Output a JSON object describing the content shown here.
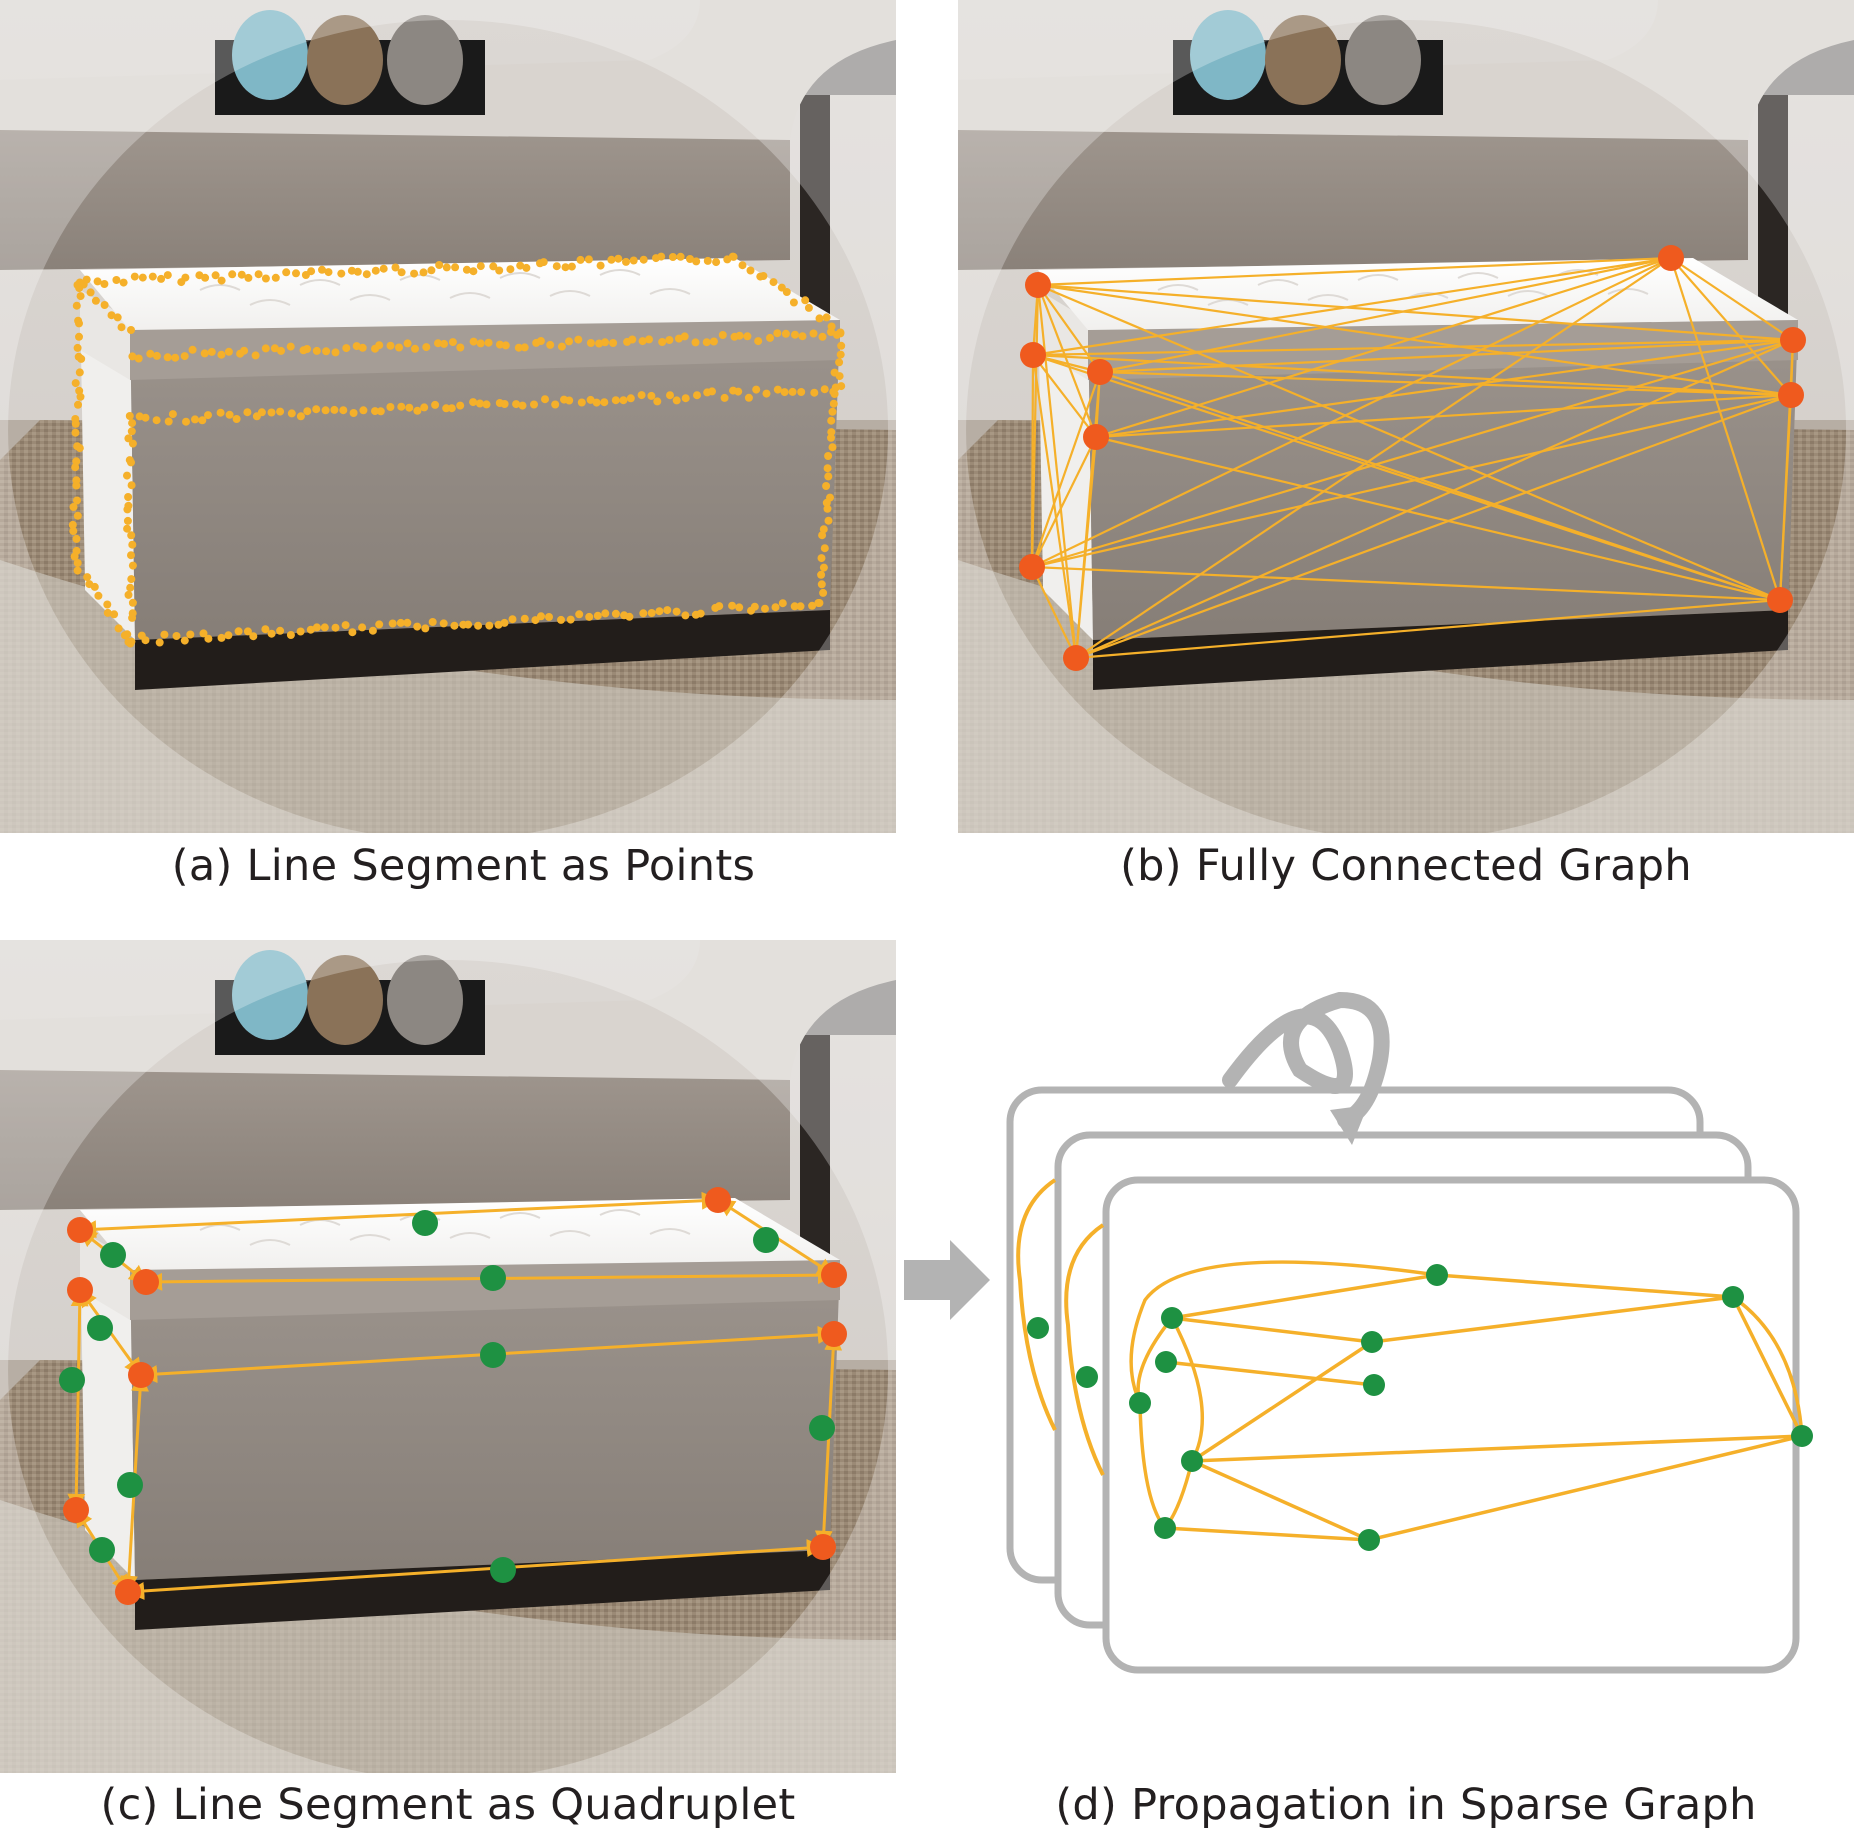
{
  "captions": {
    "a": "(a) Line Segment as Points",
    "b": "(b) Fully Connected Graph",
    "c": "(c) Line Segment as Quadruplet",
    "d": "(d) Propagation in Sparse Graph"
  },
  "colors": {
    "line": "#f5b02a",
    "endpoint": "#ef5a1e",
    "midpoint": "#1e9142",
    "frame": "#b3b3b3",
    "arrow": "#b3b3b3"
  }
}
